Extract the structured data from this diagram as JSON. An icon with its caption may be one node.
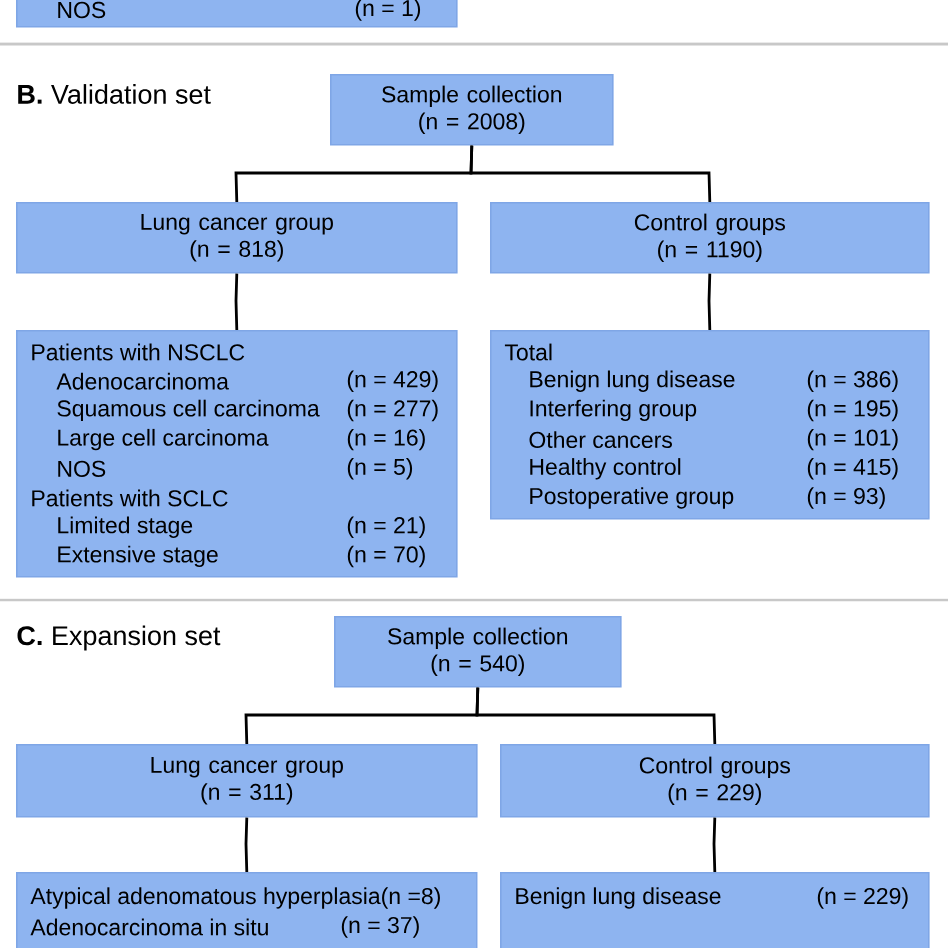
{
  "diagram": {
    "nodes": [
      {
        "text": [
          "NOS",
          "(n = 1)"
        ]
      },
      {
        "text": [
          "Sample collection",
          "(n = 2008)"
        ]
      },
      {
        "text": [
          "Lung cancer group",
          "(n = 818)"
        ]
      },
      {
        "text": [
          "Control groups",
          "(n = 1190)"
        ]
      },
      {
        "text": [
          "Patients with NSCLC",
          "Adenocarcinoma",
          "(n = 429)",
          "Squamous cell carcinoma",
          "(n = 277)",
          "Large cell carcinoma",
          "(n = 16)",
          "NOS",
          "(n = 5)",
          "Patients with SCLC",
          "Limited stage",
          "(n = 21)",
          "Extensive stage",
          "(n = 70)"
        ]
      },
      {
        "text": [
          "Total",
          "Benign lung disease",
          "(n = 386)",
          "Interfering group",
          "(n = 195)",
          "Other cancers",
          "(n = 101)",
          "Healthy control",
          "(n = 415)",
          "Postoperative group",
          "(n = 93)"
        ]
      },
      {
        "text": [
          "Sample collection",
          "(n = 540)"
        ]
      },
      {
        "text": [
          "Lung cancer group",
          "(n = 311)"
        ]
      },
      {
        "text": [
          "Control groups",
          "(n = 229)"
        ]
      },
      {
        "text": [
          "Atypical adenomatous hyperplasia(n =8)",
          "Adenocarcinoma in situ",
          "(n = 37)"
        ]
      },
      {
        "text": [
          "Benign lung disease",
          "(n = 229)"
        ]
      }
    ],
    "edges": [
      {
        "from": 1,
        "to": 2,
        "arrow": "none"
      },
      {
        "from": 1,
        "to": 3,
        "arrow": "none"
      },
      {
        "from": 2,
        "to": 4,
        "arrow": "none"
      },
      {
        "from": 3,
        "to": 5,
        "arrow": "none"
      },
      {
        "from": 6,
        "to": 7,
        "arrow": "none"
      },
      {
        "from": 6,
        "to": 8,
        "arrow": "none"
      },
      {
        "from": 7,
        "to": 9,
        "arrow": "none"
      },
      {
        "from": 8,
        "to": 10,
        "arrow": "none"
      }
    ],
    "labels": [
      "**B.** Validation set",
      "**C.** Expansion set"
    ]
  }
}
